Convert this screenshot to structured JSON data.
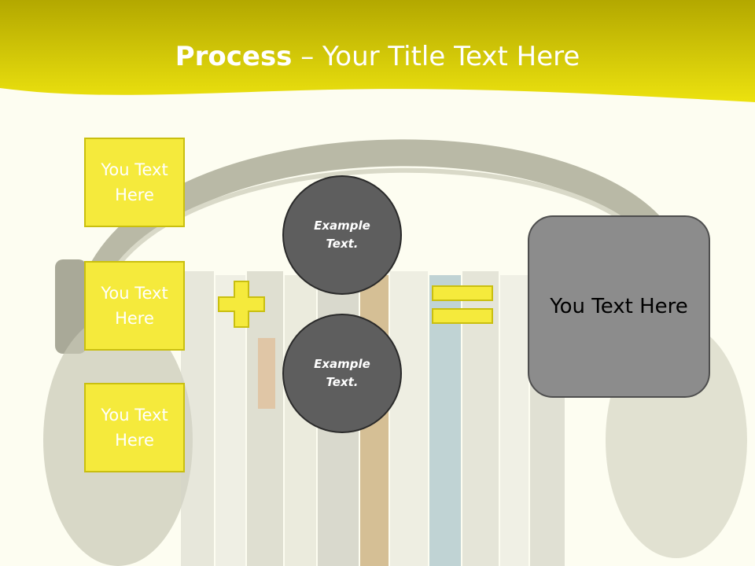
{
  "slide": {
    "title_bold": "Process",
    "title_rest": " – Your Title Text Here",
    "left_boxes": [
      {
        "label": "You Text Here"
      },
      {
        "label": "You Text Here"
      },
      {
        "label": "You Text Here"
      }
    ],
    "circles": [
      {
        "label": "Example Text."
      },
      {
        "label": "Example Text."
      }
    ],
    "result_label": "You Text Here"
  },
  "colors": {
    "accent_yellow": "#f5ea3c",
    "header_yellow": "#d9cf05",
    "circle_gray": "#5e5e5e",
    "result_gray": "#8c8c8c",
    "background": "#fdfdf1"
  }
}
